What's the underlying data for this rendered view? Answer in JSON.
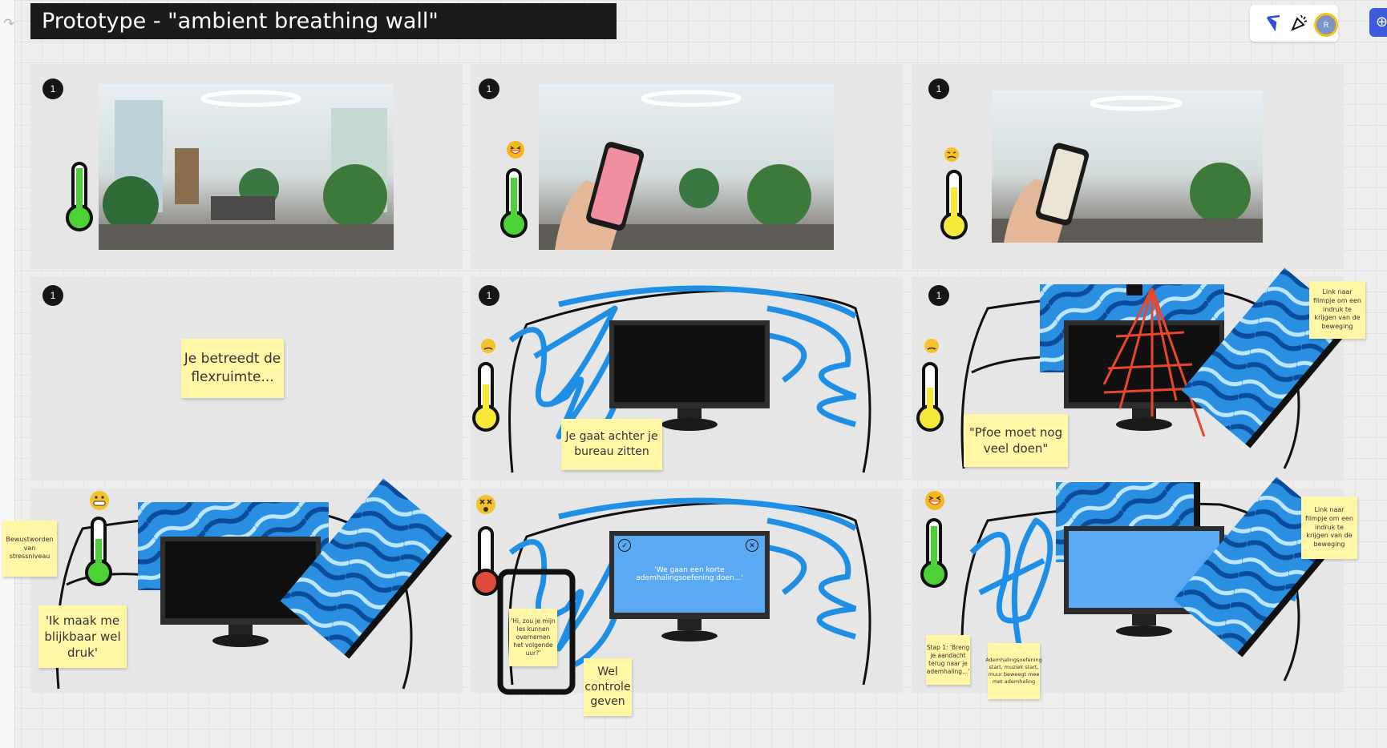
{
  "board": {
    "title": "Prototype - \"ambient breathing wall\""
  },
  "toolbar": {
    "undo_icon": "redo-arrow-icon",
    "avatar_initial": "R",
    "icons": [
      "reactions-icon",
      "celebrate-icon",
      "avatar",
      "share-icon"
    ]
  },
  "frames": [
    {
      "badge": "1"
    },
    {
      "badge": "1"
    },
    {
      "badge": "1"
    },
    {
      "badge": "1"
    },
    {
      "badge": "1"
    },
    {
      "badge": "1"
    }
  ],
  "stickies": {
    "enter": "Je betreedt de flexruimte...",
    "desk": "Je gaat achter je bureau zitten",
    "pfoe": "\"Pfoe moet nog veel doen\"",
    "link1": "Link naar filmpje om een indruk te krijgen van de beweging",
    "aware": "Bewustworden van stressniveau",
    "druk": "'Ik maak me blijkbaar wel druk'",
    "phone": "'Hi, zou je mijn les kunnen overnemen het volgende uur?'",
    "control": "Wel controle geven",
    "step1": "Stap 1: 'Breng je aandacht terug naar je ademhaling...'",
    "breath": "Ademhalingsoefening start, muziek start, muur beweegt mee met ademhaling",
    "link2": "Link naar filmpje om een indruk te krijgen van de beweging"
  },
  "screen_text": "'We gaan een korte ademhalingsoefening doen...'",
  "colors": {
    "sticky": "#fff7a6",
    "frame": "#e6e6e6",
    "scribble": "#1f8fe6",
    "laser": "#e8472a",
    "thermo_green": "#4cd137",
    "thermo_yellow": "#f7e83a",
    "thermo_red": "#e04a3a",
    "screen_blue": "#5aa9f2"
  }
}
